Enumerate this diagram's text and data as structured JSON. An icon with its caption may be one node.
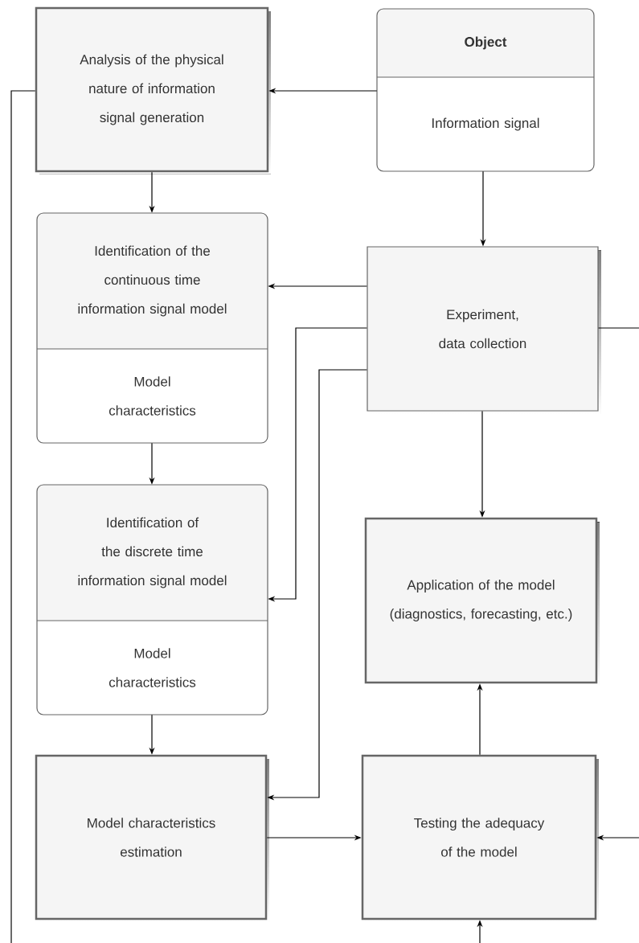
{
  "diagram": {
    "nodes": [
      {
        "text": [
          "Analysis of the physical nature of information signal generation"
        ]
      },
      {
        "text": [
          "Object",
          "Information signal"
        ]
      },
      {
        "text": [
          "Identification of the continuous time information signal model",
          "Model characteristics"
        ]
      },
      {
        "text": [
          "Experiment, data collection"
        ]
      },
      {
        "text": [
          "Identification of the discrete time information signal model",
          "Model characteristics"
        ]
      },
      {
        "text": [
          "Application of the model (diagnostics, forecasting, etc.)"
        ]
      },
      {
        "text": [
          "Model characteristics estimation"
        ]
      },
      {
        "text": [
          "Testing the adequacy of the model"
        ]
      }
    ],
    "edges": [
      {
        "from": 1,
        "to": 0,
        "arrow": "to"
      },
      {
        "from": 0,
        "to": 2,
        "arrow": "to"
      },
      {
        "from": 1,
        "to": 3,
        "arrow": "to"
      },
      {
        "from": 3,
        "to": 2,
        "arrow": "to"
      },
      {
        "from": 2,
        "to": 4,
        "arrow": "to"
      },
      {
        "from": 3,
        "to": 4,
        "arrow": "to"
      },
      {
        "from": 3,
        "to": 6,
        "arrow": "to"
      },
      {
        "from": 4,
        "to": 6,
        "arrow": "to"
      },
      {
        "from": 3,
        "to": 5,
        "arrow": "to"
      },
      {
        "from": 6,
        "to": 7,
        "arrow": "to"
      },
      {
        "from": 7,
        "to": 5,
        "arrow": "to"
      },
      {
        "from": 0,
        "to": 7,
        "arrow": "to"
      },
      {
        "from": 3,
        "to": 7,
        "arrow": "to"
      }
    ]
  }
}
